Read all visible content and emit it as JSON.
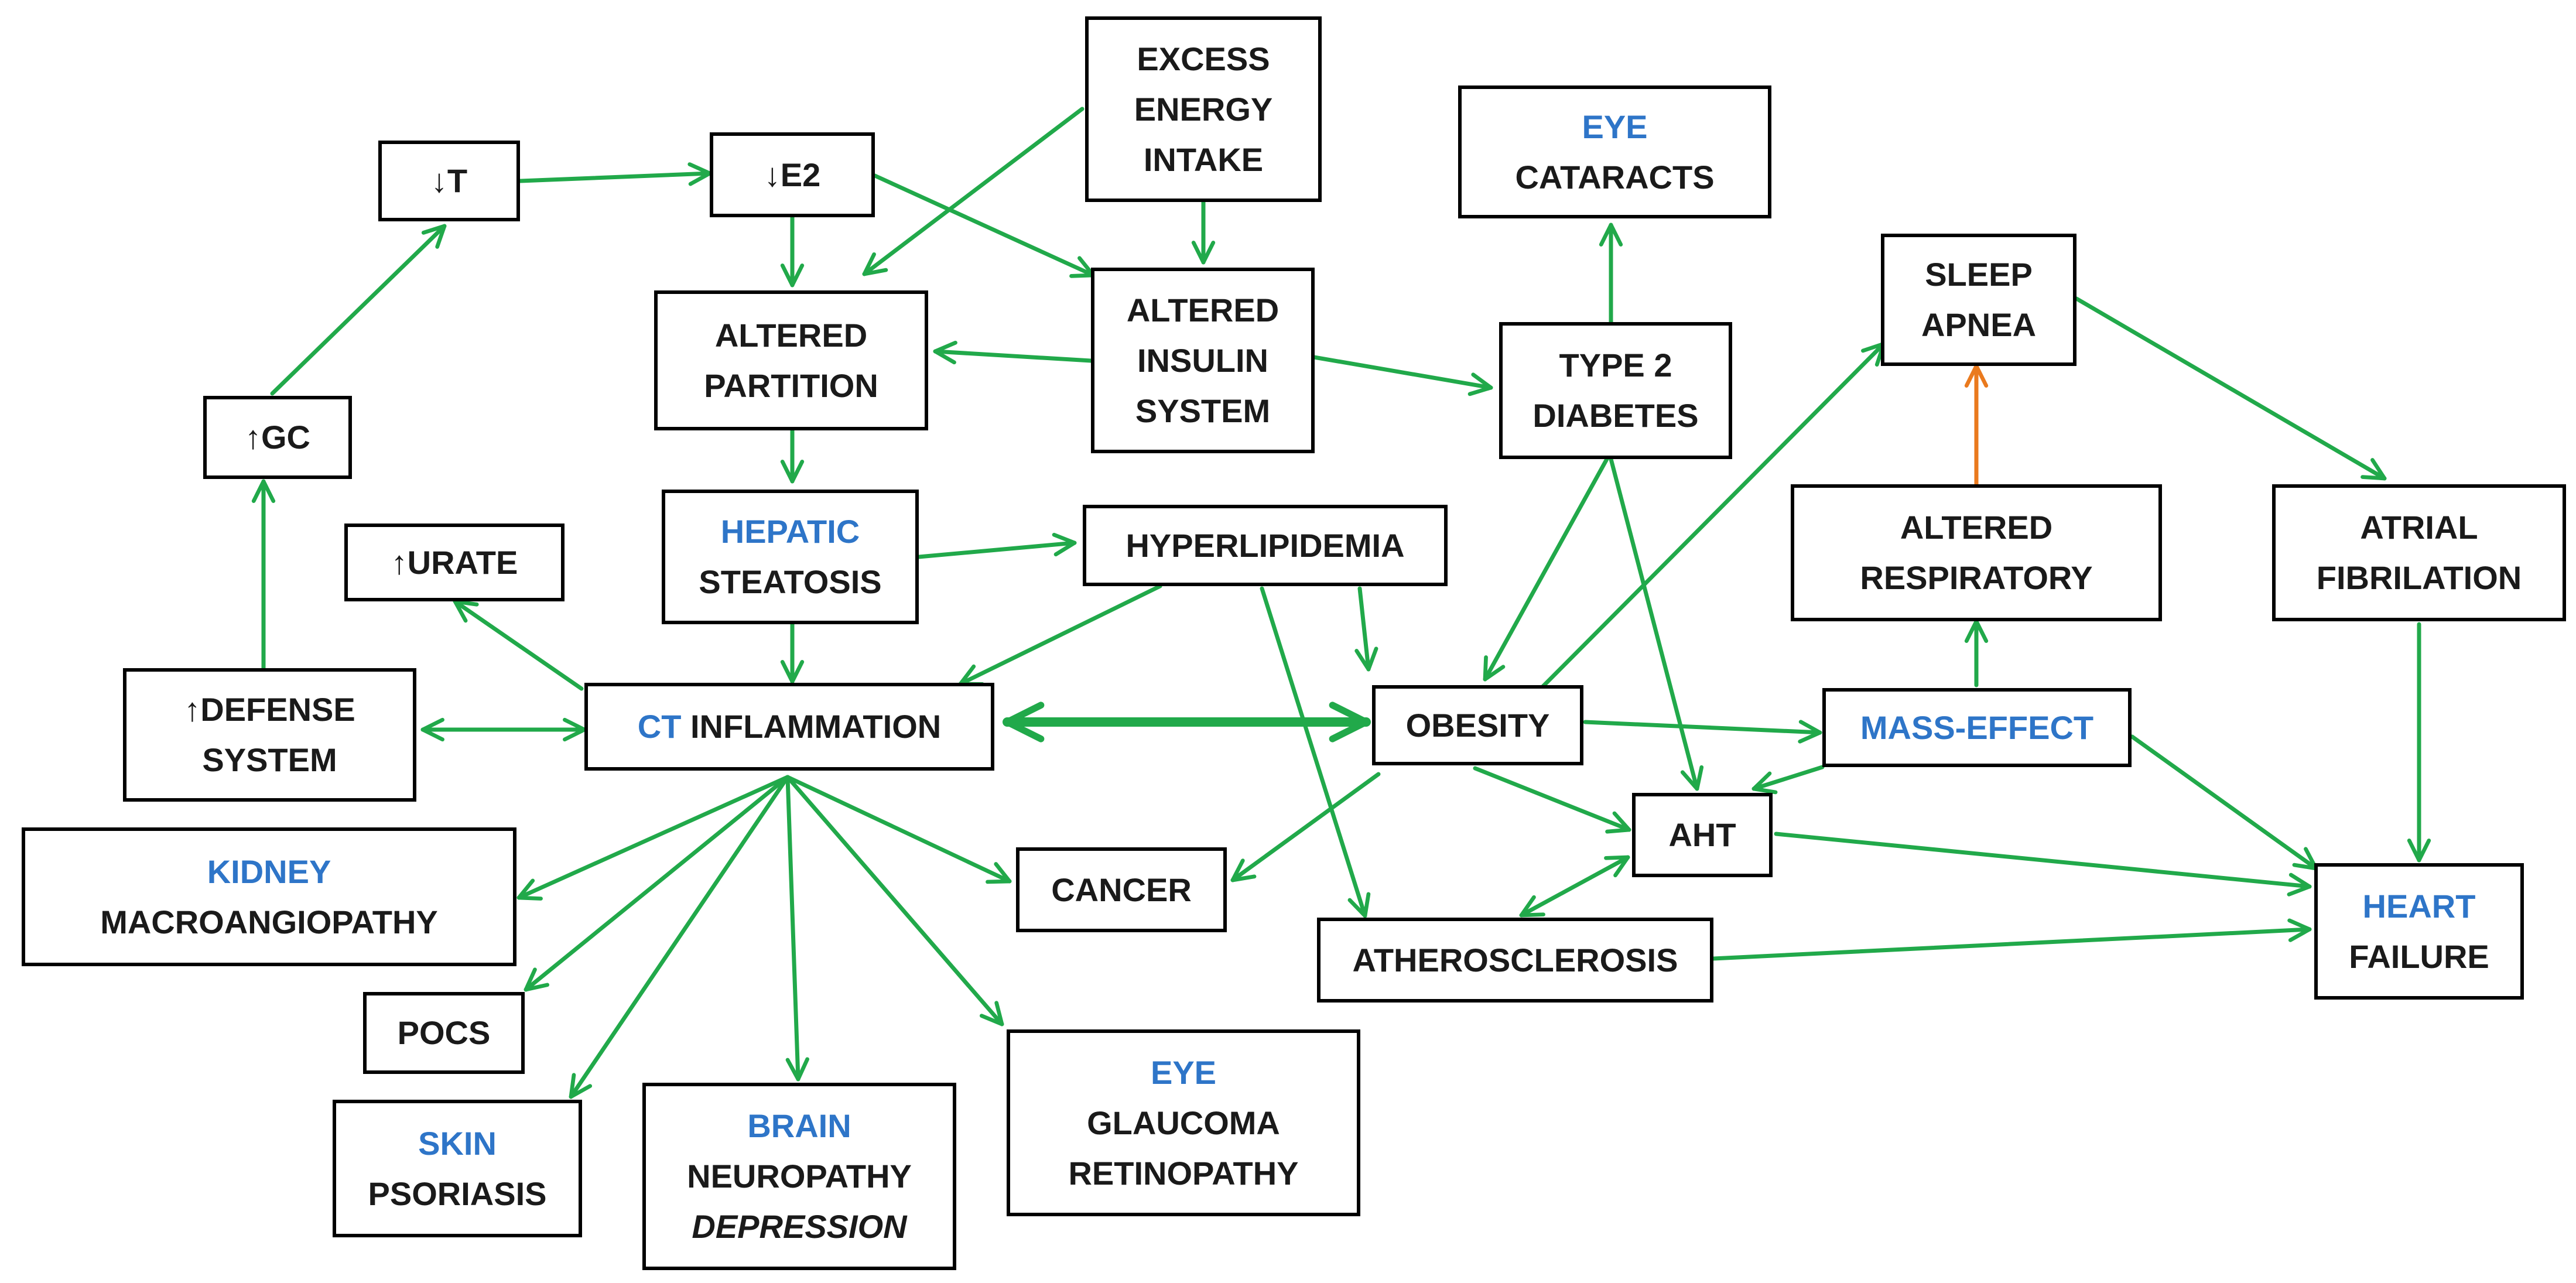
{
  "colors": {
    "arrow": "#21a94a",
    "arrow_special": "#ea7a1e",
    "organ_label": "#2e75c8",
    "text": "#1a1a1a",
    "box_border": "#000000"
  },
  "nodes": {
    "excess_energy": {
      "lines": [
        {
          "text": "EXCESS"
        },
        {
          "text": "ENERGY"
        },
        {
          "text": "INTAKE"
        }
      ]
    },
    "low_t": {
      "lines": [
        {
          "text": "↓T"
        }
      ]
    },
    "low_e2": {
      "lines": [
        {
          "text": "↓E2"
        }
      ]
    },
    "eye_cataracts": {
      "lines": [
        {
          "text": "EYE",
          "accent": true
        },
        {
          "text": "CATARACTS"
        }
      ]
    },
    "sleep_apnea": {
      "lines": [
        {
          "text": "SLEEP"
        },
        {
          "text": "APNEA"
        }
      ]
    },
    "high_gc": {
      "lines": [
        {
          "text": "↑GC"
        }
      ]
    },
    "altered_partition": {
      "lines": [
        {
          "text": "ALTERED"
        },
        {
          "text": "PARTITION"
        }
      ]
    },
    "altered_insulin": {
      "lines": [
        {
          "text": "ALTERED"
        },
        {
          "text": "INSULIN"
        },
        {
          "text": "SYSTEM"
        }
      ]
    },
    "type2_diabetes": {
      "lines": [
        {
          "text": "TYPE 2"
        },
        {
          "text": "DIABETES"
        }
      ]
    },
    "high_urate": {
      "lines": [
        {
          "text": "↑URATE"
        }
      ]
    },
    "hepatic_steatosis": {
      "lines": [
        {
          "text": "HEPATIC",
          "accent": true
        },
        {
          "text": "STEATOSIS"
        }
      ]
    },
    "hyperlipidemia": {
      "lines": [
        {
          "text": "HYPERLIPIDEMIA"
        }
      ]
    },
    "altered_respiratory": {
      "lines": [
        {
          "text": "ALTERED"
        },
        {
          "text": "RESPIRATORY"
        }
      ]
    },
    "atrial_fibrilation": {
      "lines": [
        {
          "text": "ATRIAL"
        },
        {
          "text": "FIBRILATION"
        }
      ]
    },
    "high_defense": {
      "lines": [
        {
          "text": "↑DEFENSE"
        },
        {
          "text": "SYSTEM"
        }
      ]
    },
    "ct_inflammation": {
      "lines": [
        {
          "segments": [
            {
              "text": "CT",
              "accent": true
            },
            {
              "text": " INFLAMMATION"
            }
          ]
        }
      ]
    },
    "obesity": {
      "lines": [
        {
          "text": "OBESITY"
        }
      ]
    },
    "mass_effect": {
      "lines": [
        {
          "text": "MASS-EFFECT",
          "accent": true
        }
      ]
    },
    "aht": {
      "lines": [
        {
          "text": "AHT"
        }
      ]
    },
    "kidney": {
      "lines": [
        {
          "text": "KIDNEY",
          "accent": true
        },
        {
          "text": "MACROANGIOPATHY"
        }
      ]
    },
    "cancer": {
      "lines": [
        {
          "text": "CANCER"
        }
      ]
    },
    "heart_failure": {
      "lines": [
        {
          "text": "HEART",
          "accent": true
        },
        {
          "text": "FAILURE"
        }
      ]
    },
    "atherosclerosis": {
      "lines": [
        {
          "text": "ATHEROSCLEROSIS"
        }
      ]
    },
    "pocs": {
      "lines": [
        {
          "text": "POCS"
        }
      ]
    },
    "eye_glaucoma": {
      "lines": [
        {
          "text": "EYE",
          "accent": true
        },
        {
          "text": "GLAUCOMA"
        },
        {
          "text": "RETINOPATHY"
        }
      ]
    },
    "skin": {
      "lines": [
        {
          "text": "SKIN",
          "accent": true
        },
        {
          "text": "PSORIASIS"
        }
      ]
    },
    "brain": {
      "lines": [
        {
          "text": "BRAIN",
          "accent": true
        },
        {
          "text": "NEUROPATHY"
        },
        {
          "text": "DEPRESSION",
          "italic": true
        }
      ]
    }
  }
}
